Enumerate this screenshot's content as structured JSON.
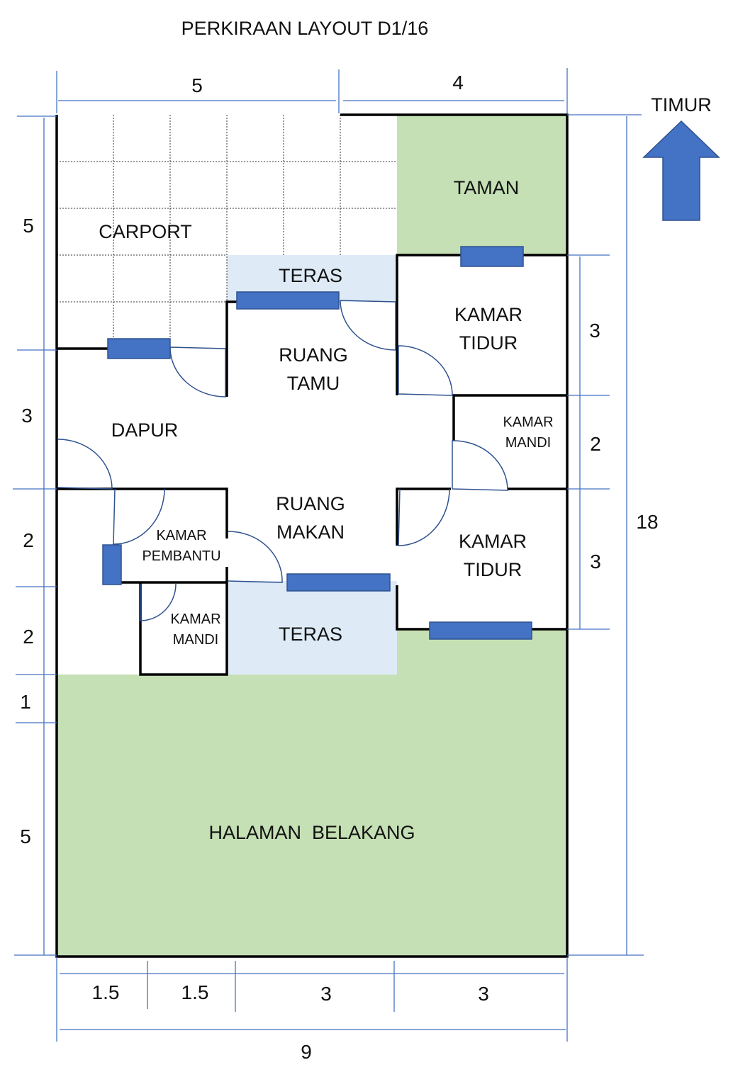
{
  "title": "PERKIRAAN LAYOUT D1/16",
  "compass": {
    "label": "TIMUR",
    "icon": "arrow-up-icon"
  },
  "rooms": {
    "carport": "CARPORT",
    "taman": "TAMAN",
    "teras_top": "TERAS",
    "ruang_tamu_1": "RUANG",
    "ruang_tamu_2": "TAMU",
    "kamar_tidur_1a": "KAMAR",
    "kamar_tidur_1b": "TIDUR",
    "dapur": "DAPUR",
    "kamar_mandi_1a": "KAMAR",
    "kamar_mandi_1b": "MANDI",
    "ruang_makan_1": "RUANG",
    "ruang_makan_2": "MAKAN",
    "kamar_pembantu_1": "KAMAR",
    "kamar_pembantu_2": "PEMBANTU",
    "kamar_tidur_2a": "KAMAR",
    "kamar_tidur_2b": "TIDUR",
    "kamar_mandi_2a": "KAMAR",
    "kamar_mandi_2b": "MANDI",
    "teras_bottom": "TERAS",
    "halaman": "HALAMAN  BELAKANG"
  },
  "dimensions": {
    "top": [
      "5",
      "4"
    ],
    "left": [
      "5",
      "3",
      "2",
      "2",
      "1",
      "5"
    ],
    "right": [
      "3",
      "2",
      "3"
    ],
    "total_length": "18",
    "bottom": [
      "1.5",
      "1.5",
      "3",
      "3"
    ],
    "total_width": "9"
  },
  "colors": {
    "garden": "#c5e0b4",
    "terrace": "#deebf7",
    "window": "#4472c4"
  }
}
